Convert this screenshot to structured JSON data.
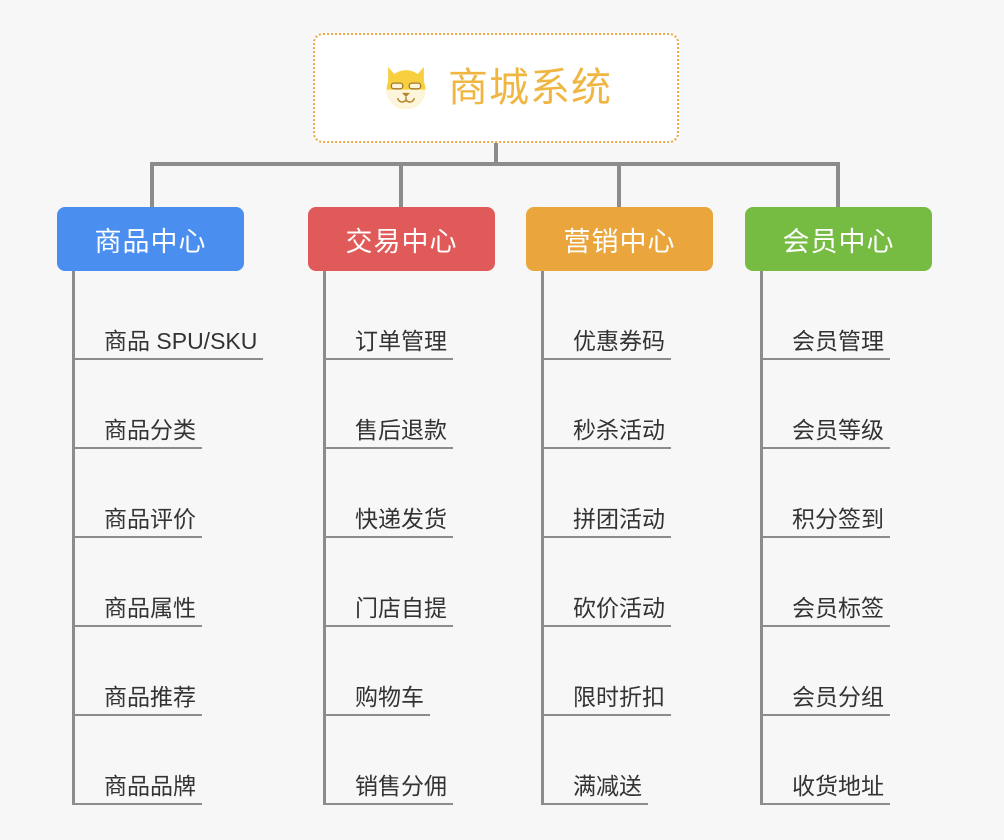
{
  "page": {
    "background_color": "#f7f7f7",
    "type": "mind-map"
  },
  "root": {
    "title": "商城系统",
    "logo_icon": "shiba-dog-icon",
    "border_color": "#eca94a",
    "text_color": "#f0b642",
    "background_color": "#ffffff"
  },
  "connector_color": "#8c8c8c",
  "columns": [
    {
      "title": "商品中心",
      "color": "#4a8ef0",
      "items": [
        {
          "label": "商品 SPU/SKU"
        },
        {
          "label": "商品分类"
        },
        {
          "label": "商品评价"
        },
        {
          "label": "商品属性"
        },
        {
          "label": "商品推荐"
        },
        {
          "label": "商品品牌"
        }
      ]
    },
    {
      "title": "交易中心",
      "color": "#e15a5a",
      "items": [
        {
          "label": "订单管理"
        },
        {
          "label": "售后退款"
        },
        {
          "label": "快递发货"
        },
        {
          "label": "门店自提"
        },
        {
          "label": "购物车"
        },
        {
          "label": "销售分佣"
        }
      ]
    },
    {
      "title": "营销中心",
      "color": "#eaa63c",
      "items": [
        {
          "label": "优惠券码"
        },
        {
          "label": "秒杀活动"
        },
        {
          "label": "拼团活动"
        },
        {
          "label": "砍价活动"
        },
        {
          "label": "限时折扣"
        },
        {
          "label": "满减送"
        }
      ]
    },
    {
      "title": "会员中心",
      "color": "#76bc43",
      "items": [
        {
          "label": "会员管理"
        },
        {
          "label": "会员等级"
        },
        {
          "label": "积分签到"
        },
        {
          "label": "会员标签"
        },
        {
          "label": "会员分组"
        },
        {
          "label": "收货地址"
        }
      ]
    }
  ]
}
